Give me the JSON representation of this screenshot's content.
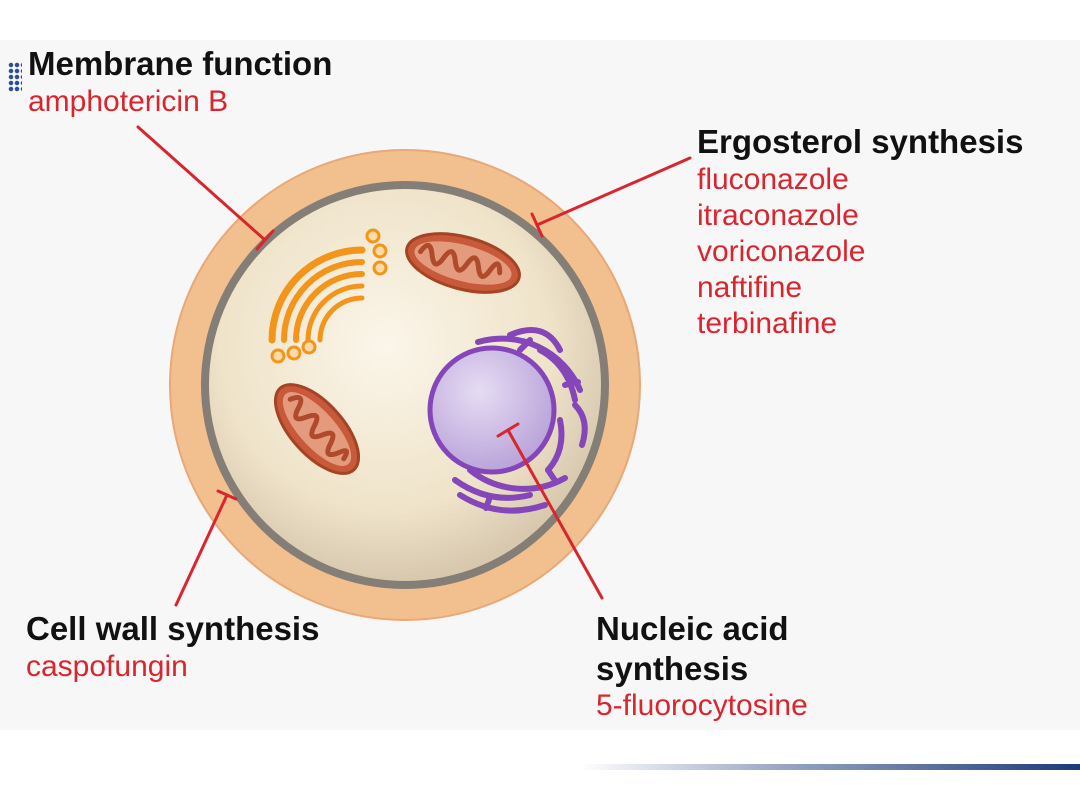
{
  "targets": {
    "membrane": {
      "title": "Membrane function",
      "drugs": [
        "amphotericin B"
      ]
    },
    "ergosterol": {
      "title": "Ergosterol synthesis",
      "drugs": [
        "fluconazole",
        "itraconazole",
        "voriconazole",
        "naftifine",
        "terbinafine"
      ]
    },
    "cell_wall": {
      "title": "Cell wall synthesis",
      "drugs": [
        "caspofungin"
      ]
    },
    "nucleic": {
      "title_line1": "Nucleic acid",
      "title_line2": "synthesis",
      "drugs": [
        "5-fluorocytosine"
      ]
    }
  },
  "colors": {
    "pointer": "#d8262f",
    "cell_wall": "#f2bf8e",
    "membrane": "#857e76",
    "cytoplasm": "#efe3c9",
    "golgi": "#f3951a",
    "mitochondrion": "#c8593a",
    "nucleus": "#c4aee0",
    "endoplasmic_reticulum": "#8446b8"
  }
}
